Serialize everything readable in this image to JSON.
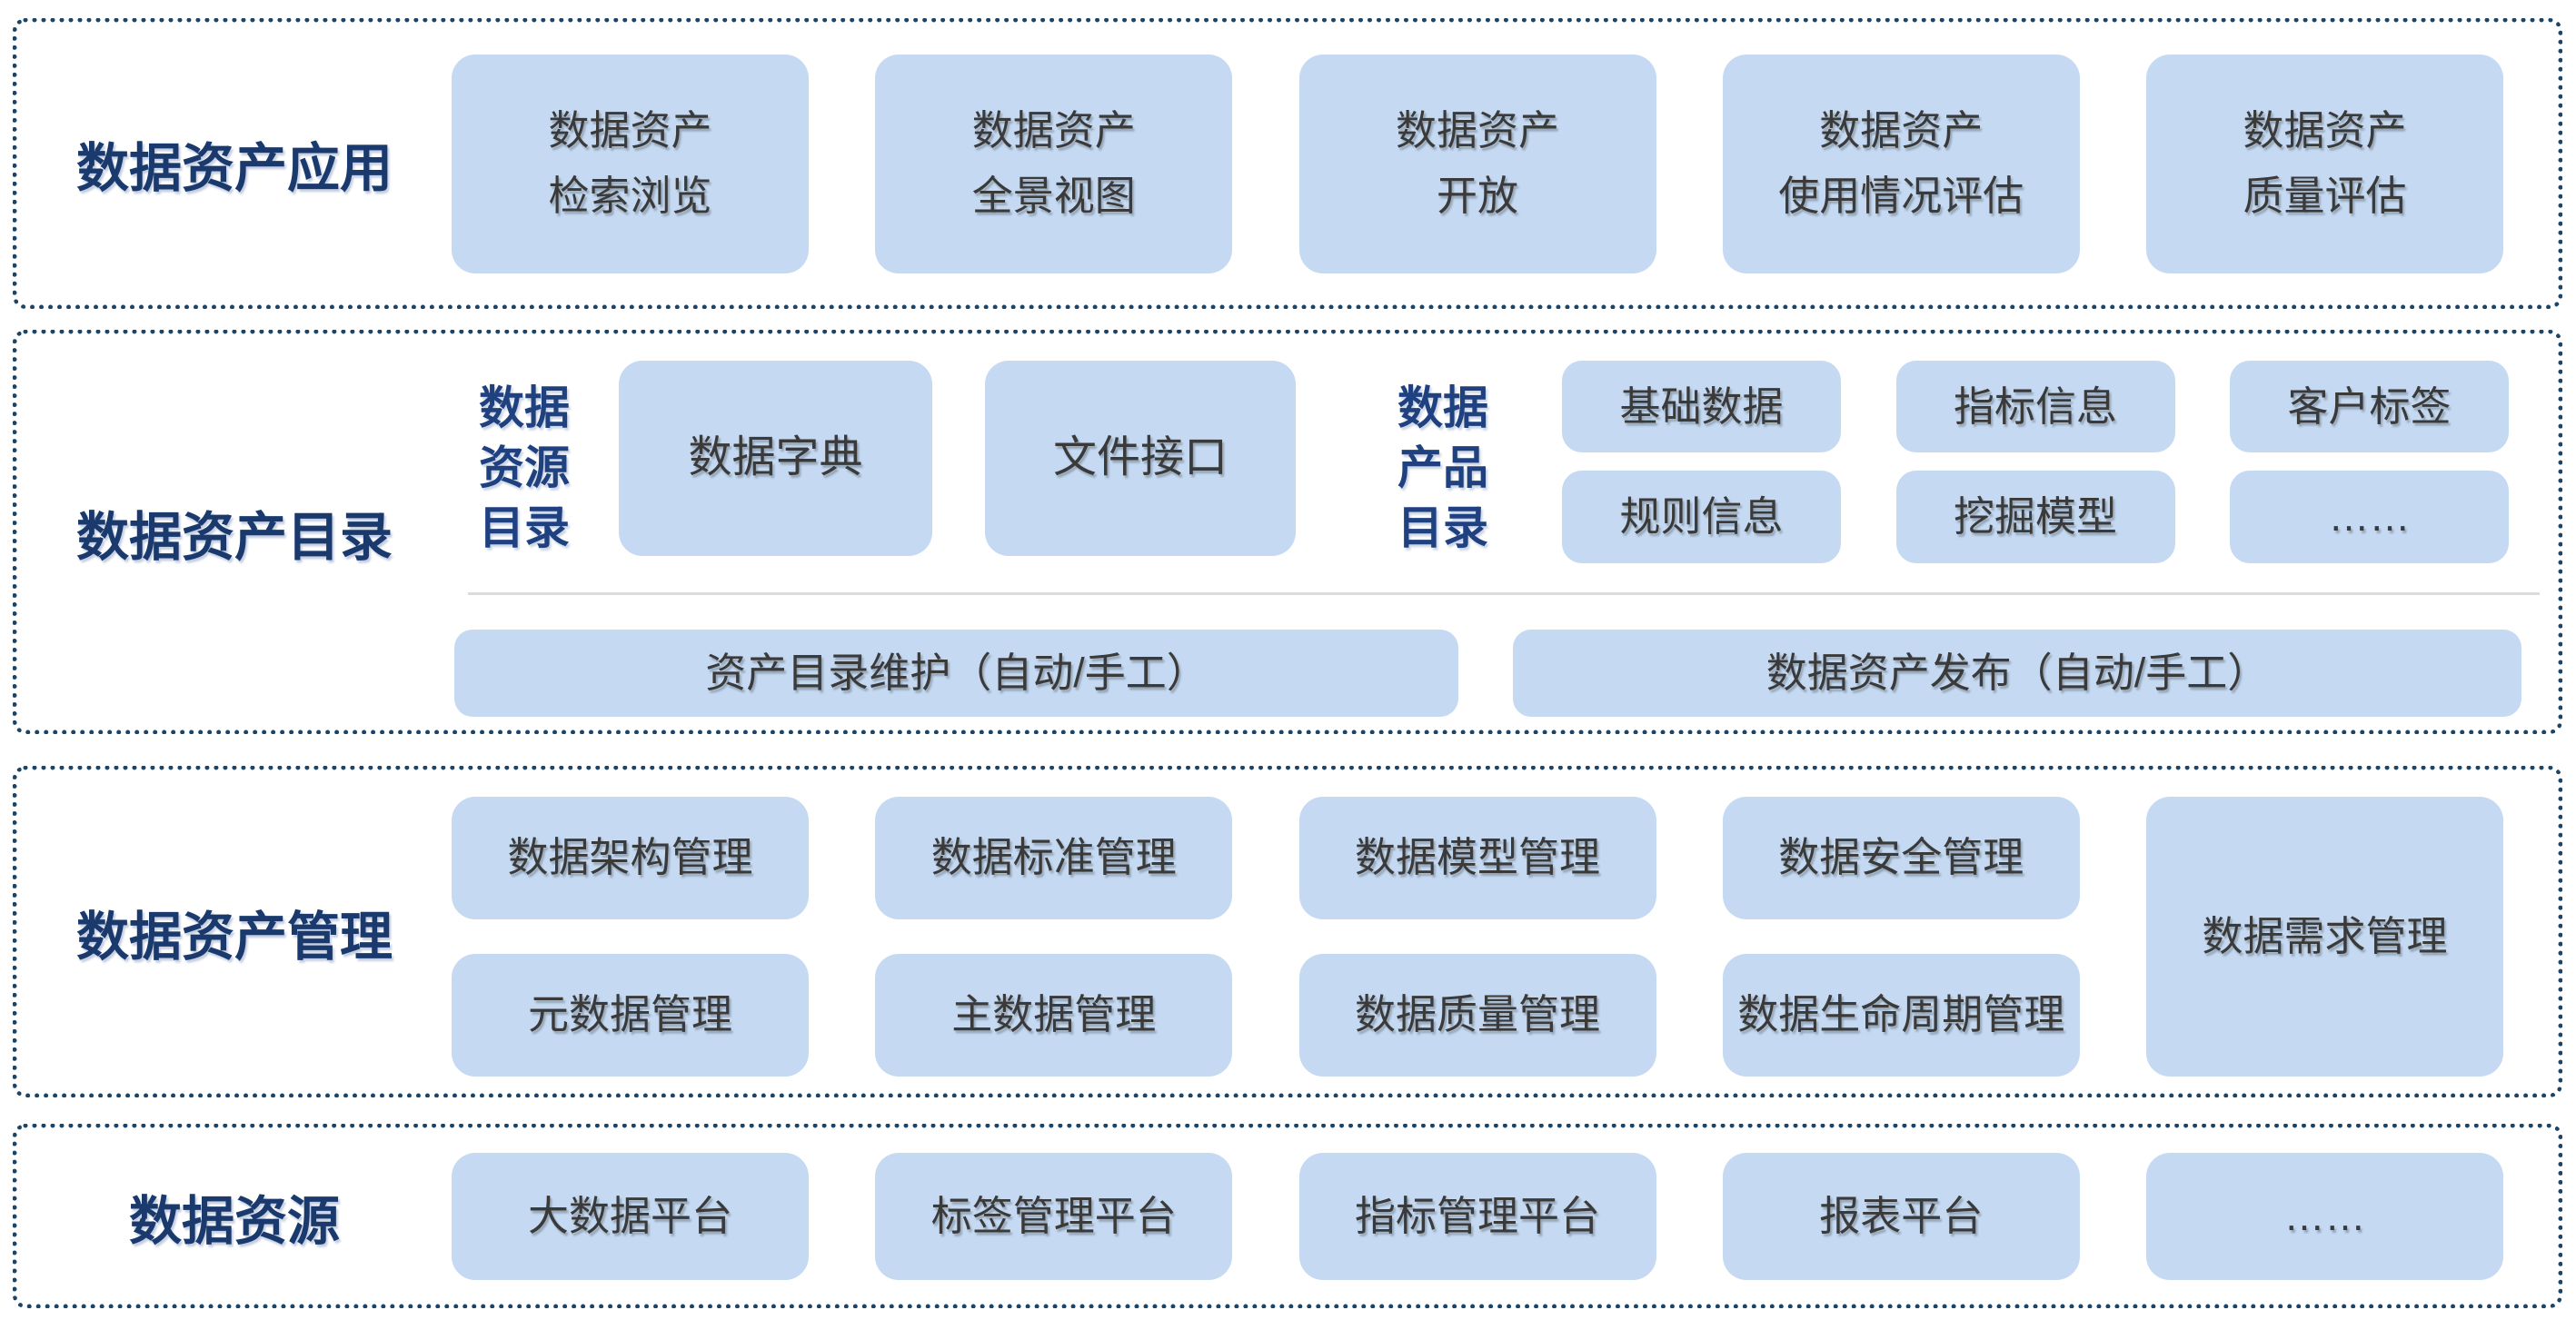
{
  "palette": {
    "box_fill": "#C5DAF2",
    "box_text": "#3A3A3A",
    "label_navy": "#1A3A6E",
    "sublabel_blue": "#1F4180",
    "border_navy": "#1B4568",
    "divider_gray": "#DCDCDC",
    "page_bg": "#FFFFFF"
  },
  "sections": {
    "app": {
      "label": "数据资产应用",
      "boxes": [
        "数据资产\n检索浏览",
        "数据资产\n全景视图",
        "数据资产\n开放",
        "数据资产\n使用情况评估",
        "数据资产\n质量评估"
      ]
    },
    "catalog": {
      "label": "数据资产目录",
      "resource": {
        "sublabel": "数据\n资源\n目录",
        "boxes": [
          "数据字典",
          "文件接口"
        ]
      },
      "product": {
        "sublabel": "数据\n产品\n目录",
        "boxes": [
          "基础数据",
          "指标信息",
          "客户标签",
          "规则信息",
          "挖掘模型",
          "……"
        ]
      },
      "bars": [
        "资产目录维护（自动/手工）",
        "数据资产发布（自动/手工）"
      ]
    },
    "management": {
      "label": "数据资产管理",
      "row1": [
        "数据架构管理",
        "数据标准管理",
        "数据模型管理",
        "数据安全管理"
      ],
      "row2": [
        "元数据管理",
        "主数据管理",
        "数据质量管理",
        "数据生命周期管理"
      ],
      "tall": "数据需求管理"
    },
    "resources": {
      "label": "数据资源",
      "boxes": [
        "大数据平台",
        "标签管理平台",
        "指标管理平台",
        "报表平台",
        "……"
      ]
    }
  }
}
